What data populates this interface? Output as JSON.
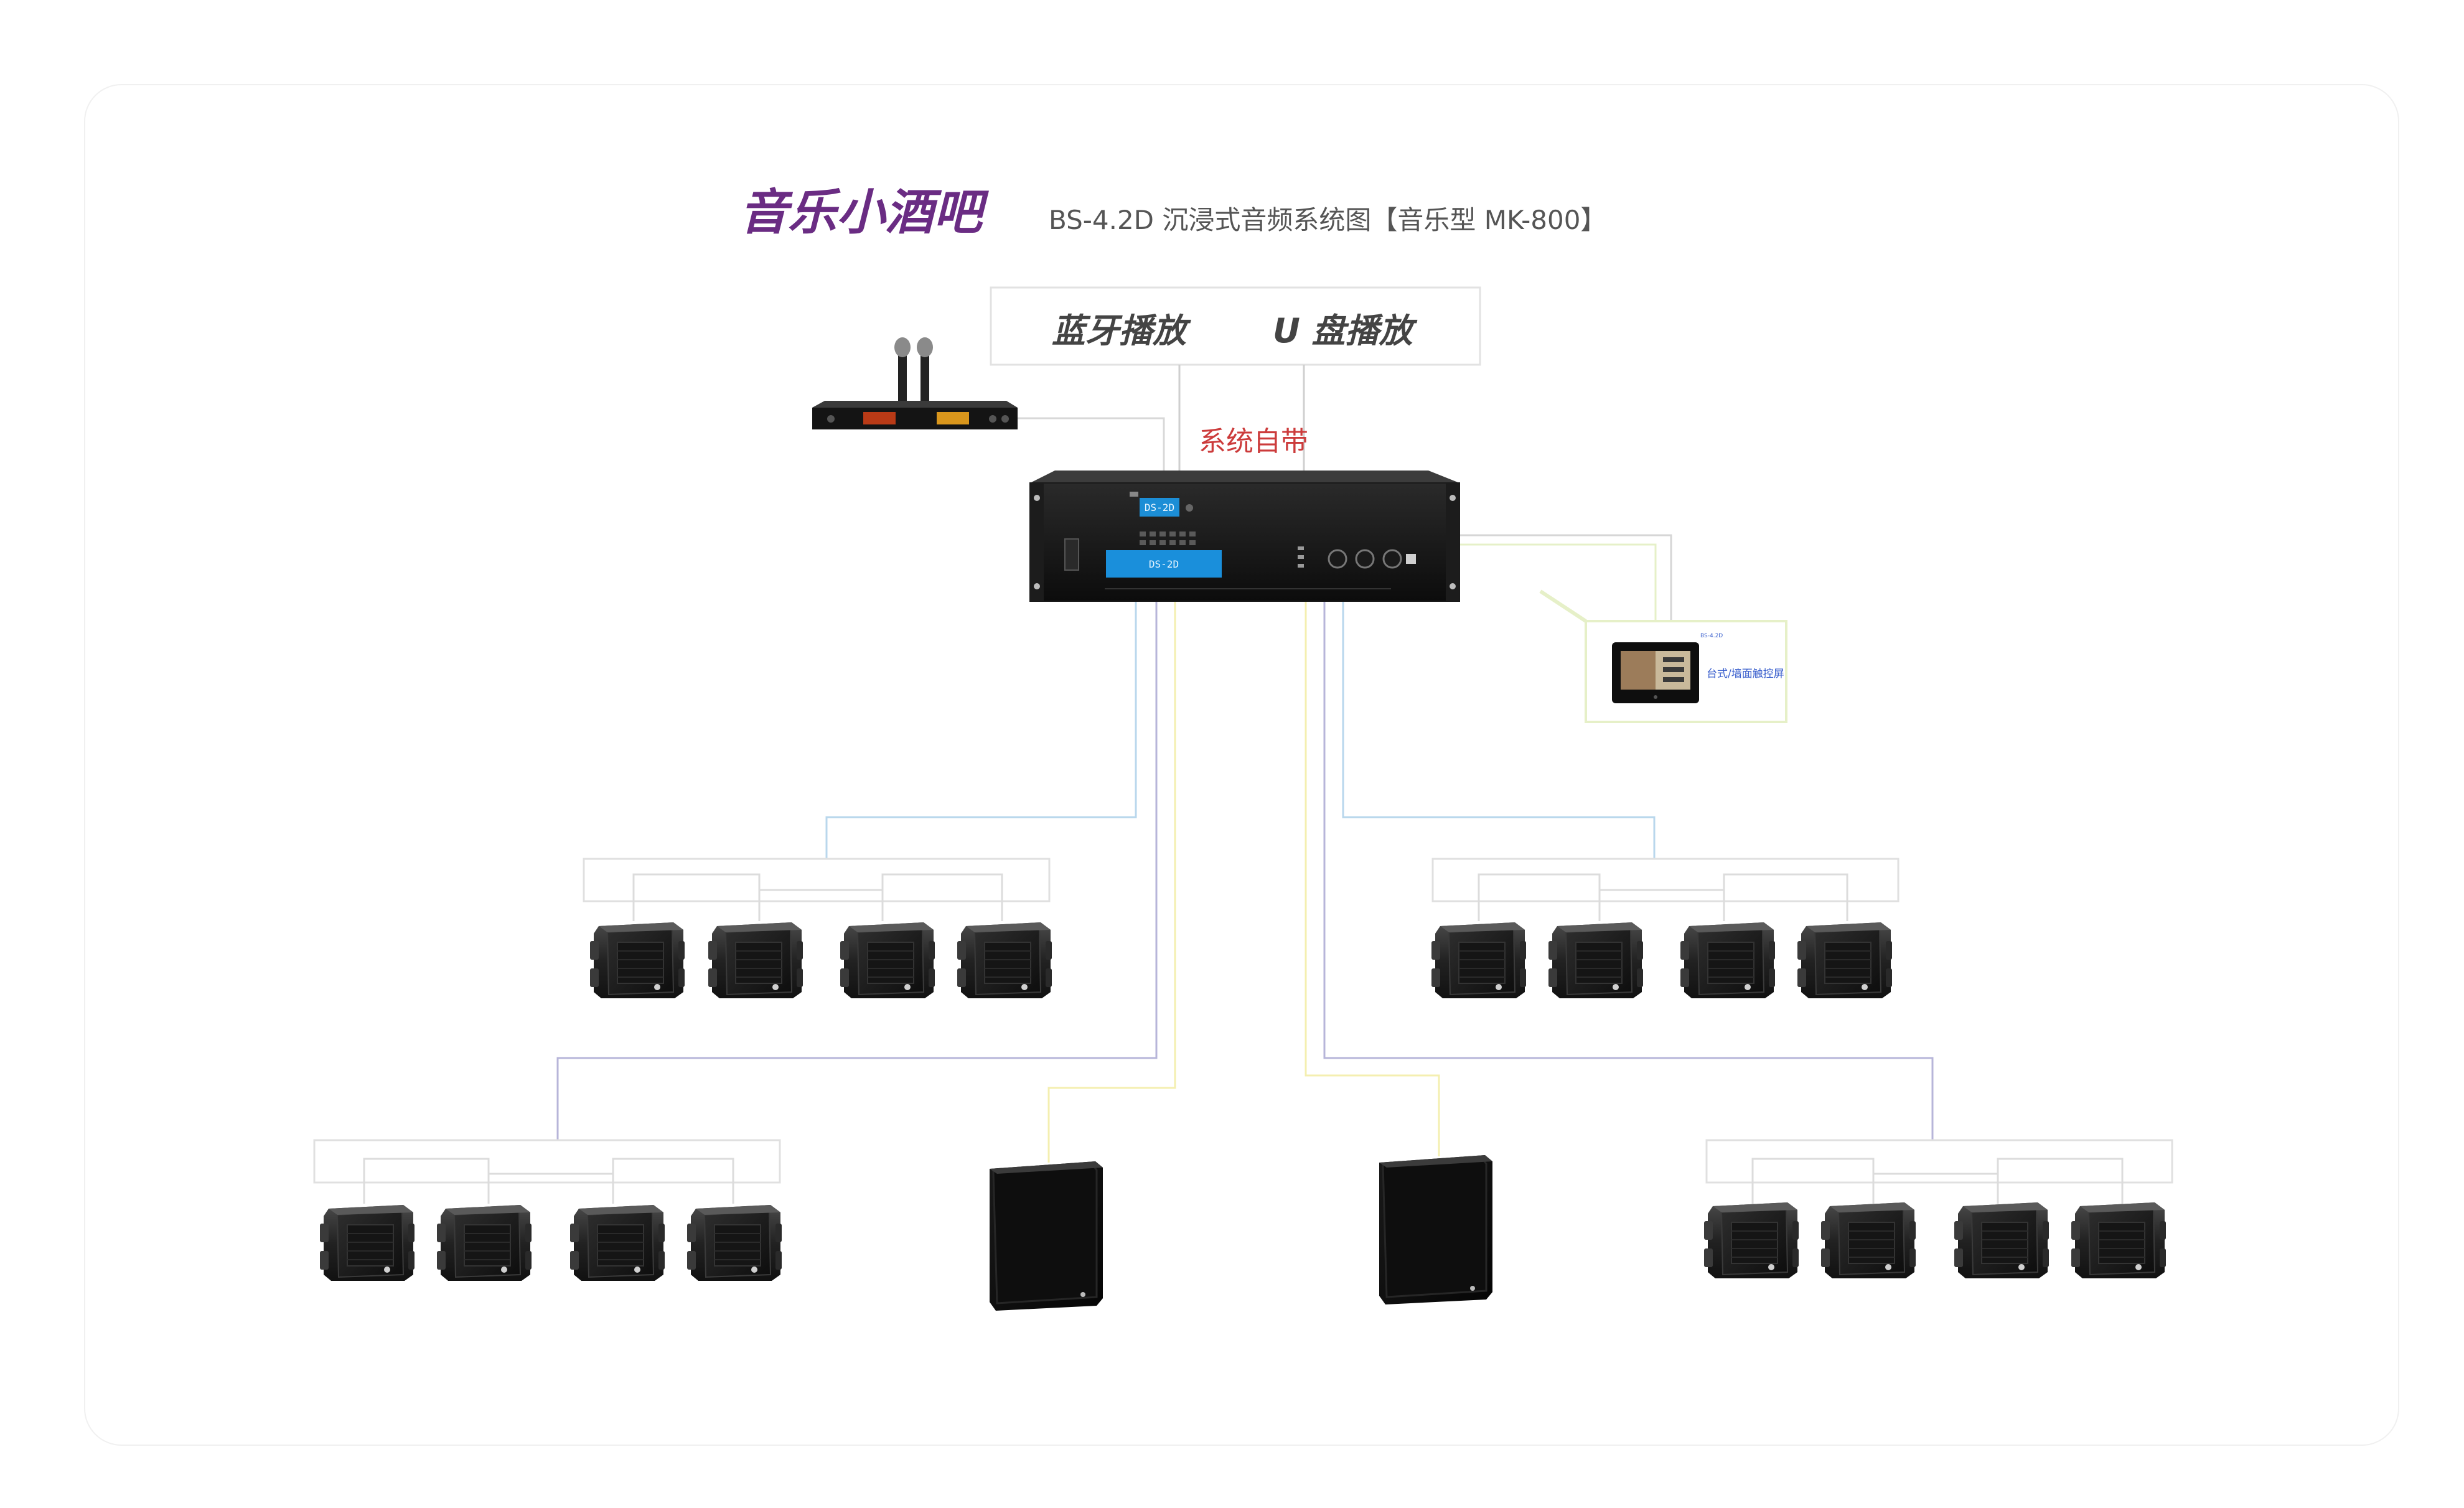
{
  "title": {
    "main": "音乐小酒吧",
    "sub": "BS-4.2D 沉浸式音频系统图【音乐型 MK-800】"
  },
  "sources": {
    "bluetooth": "蓝牙播放",
    "usb": "U 盘播放"
  },
  "builtin_label": "系统自带",
  "amplifier": {
    "lcd_small": "DS-2D",
    "lcd_main": "DS-2D"
  },
  "control_panel": {
    "label": "台式/墙面触控屏",
    "top_text": "BS-4.2D"
  },
  "devices": {
    "wireless_mic": "wireless-microphone-receiver-icon",
    "speaker": "bookshelf-speaker-icon",
    "subwoofer": "subwoofer-icon",
    "touch_screen": "touch-screen-icon"
  },
  "colors": {
    "title": "#6a2c83",
    "builtin": "#cc3b3b",
    "line_blue": "#b9d7ec",
    "line_purple": "#b7b5d9",
    "line_yellow": "#f4efb0",
    "line_gray": "#cfcfcf",
    "line_green": "#e6f0c8"
  }
}
